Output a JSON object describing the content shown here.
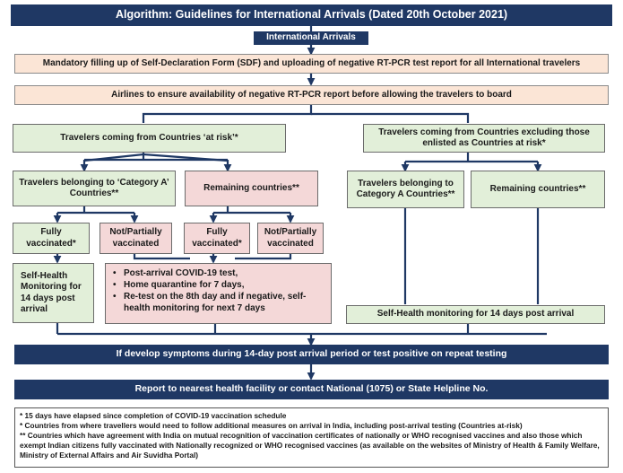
{
  "title": "Algorithm: Guidelines for International Arrivals (Dated 20th October 2021)",
  "start": "International Arrivals",
  "step1": "Mandatory filling up of Self-Declaration Form (SDF) and uploading of negative RT-PCR test report for all International  travelers",
  "step2": "Airlines to ensure availability of negative RT-PCR report before allowing the travelers to board",
  "at_risk": "Travelers coming from Countries ‘at risk’*",
  "not_at_risk": "Travelers coming from Countries excluding those enlisted as Countries at risk*",
  "cat_a_left": "Travelers belonging to ‘Category A’ Countries**",
  "remaining_left": "Remaining countries**",
  "cat_a_right": "Travelers belonging to Category A Countries**",
  "remaining_right": "Remaining countries**",
  "fully_vaccinated_1": "Fully vaccinated*",
  "not_partially_1": "Not/Partially vaccinated",
  "fully_vaccinated_2": "Fully vaccinated*",
  "not_partially_2": "Not/Partially vaccinated",
  "self_monitoring_left": "Self-Health Monitoring for 14 days post arrival",
  "post_arrival": [
    "Post-arrival COVID-19 test,",
    "Home quarantine for 7 days,",
    "Re-test on the 8th day and if negative, self-health monitoring for next 7 days"
  ],
  "self_monitoring_right": "Self-Health monitoring for 14 days post arrival",
  "symptoms": "If develop symptoms during 14-day post arrival period or test positive on repeat testing",
  "report": "Report to nearest health facility or contact National (1075) or State Helpline No.",
  "notes": [
    "* 15 days have elapsed since completion of COVID-19 vaccination schedule",
    "*  Countries from where travellers would need to follow additional measures on arrival in India, including post-arrival testing (Countries at-risk)",
    "** Countries which have agreement with India on mutual recognition of vaccination certificates of nationally or WHO recognised vaccines and also those which exempt Indian citizens fully vaccinated with Nationally recognized or WHO recognised vaccines (as available on the websites of Ministry of Health & Family Welfare, Ministry of External Affairs and Air Suvidha Portal)"
  ]
}
